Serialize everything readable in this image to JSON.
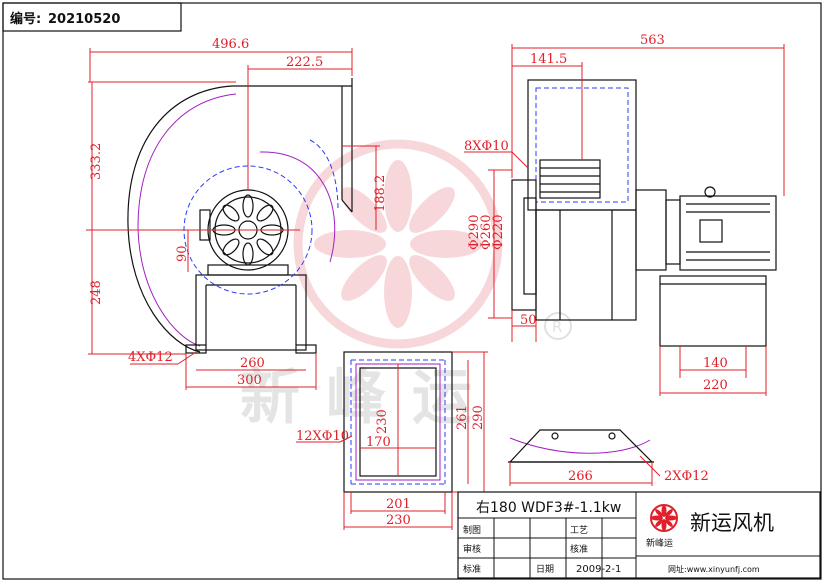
{
  "header": {
    "serial_label": "编号:",
    "serial_value": "20210520"
  },
  "dimensions": {
    "total_width_left": "496.6",
    "outlet_width": "222.5",
    "height_total": "333.2",
    "height_outlet": "188.2",
    "shaft_height": "90",
    "base_height": "248",
    "bolt_holes_base": "4XΦ12",
    "base_inner": "260",
    "base_outer": "300",
    "side_total": "563",
    "side_flange": "141.5",
    "flange_holes": "8XΦ10",
    "inlet_d1": "Φ290",
    "inlet_d2": "Φ260",
    "inlet_d3": "Φ220",
    "inlet_len": "50",
    "motor_base_inner": "140",
    "motor_base_outer": "220",
    "outlet_holes": "12XΦ10",
    "outlet_inner_w": "170",
    "outlet_inner_h": "230",
    "outlet_mid_h": "261",
    "outlet_outer_h": "290",
    "outlet_mid_w": "201",
    "outlet_outer_w": "230",
    "foot_span": "266",
    "foot_holes": "2XΦ12"
  },
  "watermark": {
    "text": "新峰运",
    "registered": "R"
  },
  "title_block": {
    "model": "右180 WDF3#-1.1kw",
    "company": "新运风机",
    "logo_text": "新峰运",
    "rows": [
      {
        "left": "制图",
        "right": "工艺"
      },
      {
        "left": "审核",
        "right": "核准"
      },
      {
        "left": "标准",
        "right": "日期"
      }
    ],
    "date": "2009-2-1",
    "website": "网址:www.xinyunfj.com"
  },
  "colors": {
    "dimension": "#e0202a",
    "outline": "#111111",
    "inner": "#a020c0",
    "hidden": "#2a3cff",
    "watermark": "#f2b8bc"
  }
}
